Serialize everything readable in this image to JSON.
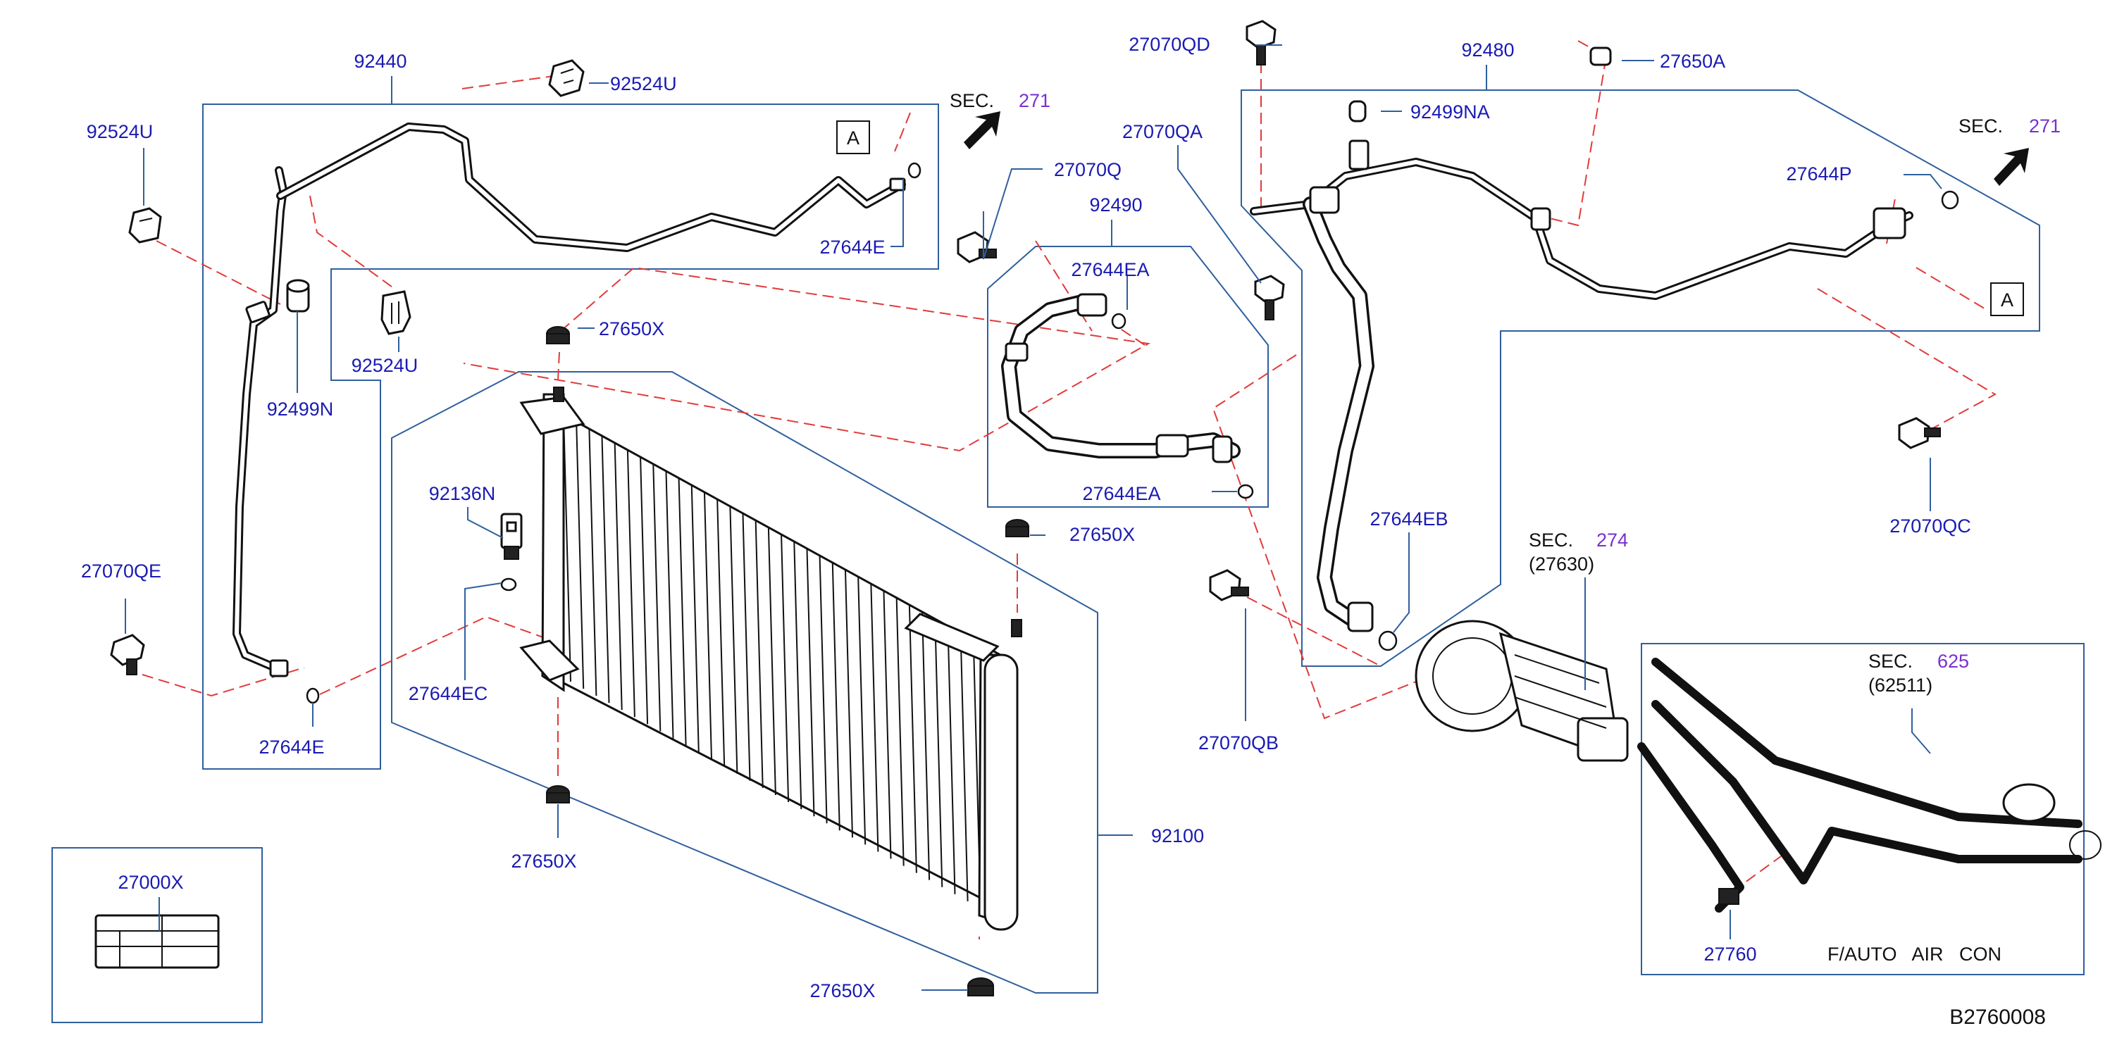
{
  "labels": {
    "l_92440": "92440",
    "l_92524U_top": "92524U",
    "l_92524U_left": "92524U",
    "l_92524U_mid": "92524U",
    "l_92499N": "92499N",
    "l_27070QE": "27070QE",
    "l_27644E_top": "27644E",
    "l_27644E_bottom": "27644E",
    "l_27650X_top": "27650X",
    "l_27650X_right": "27650X",
    "l_27650X_lower": "27650X",
    "l_27650X_bottom": "27650X",
    "l_92136N": "92136N",
    "l_27644EC": "27644EC",
    "l_92100": "92100",
    "l_27000X": "27000X",
    "l_27070Q": "27070Q",
    "l_92490": "92490",
    "l_27644EA_top": "27644EA",
    "l_27644EA_bottom": "27644EA",
    "l_27070QA": "27070QA",
    "l_27070QD": "27070QD",
    "l_92480": "92480",
    "l_92499NA": "92499NA",
    "l_27650A": "27650A",
    "l_27644P": "27644P",
    "l_27070QC": "27070QC",
    "l_27644EB": "27644EB",
    "l_27070QB": "27070QB",
    "l_27760": "27760"
  },
  "sections": {
    "sec_word": "SEC.",
    "sec_271_left": "271",
    "sec_271_right": "271",
    "sec_274": "274",
    "sec_274_sub": "(27630)",
    "sec_625": "625",
    "sec_625_sub": "(62511)"
  },
  "markers": {
    "a_left": "A",
    "a_right": "A"
  },
  "inset": {
    "caption": "F/AUTO   AIR   CON"
  },
  "footer": {
    "drawing_no": "B2760008"
  },
  "colors": {
    "part_number": "#1a1ab4",
    "section_number": "#7a2fd0",
    "frame": "#2f5f9e",
    "leader_dash": "#e23a3a"
  }
}
